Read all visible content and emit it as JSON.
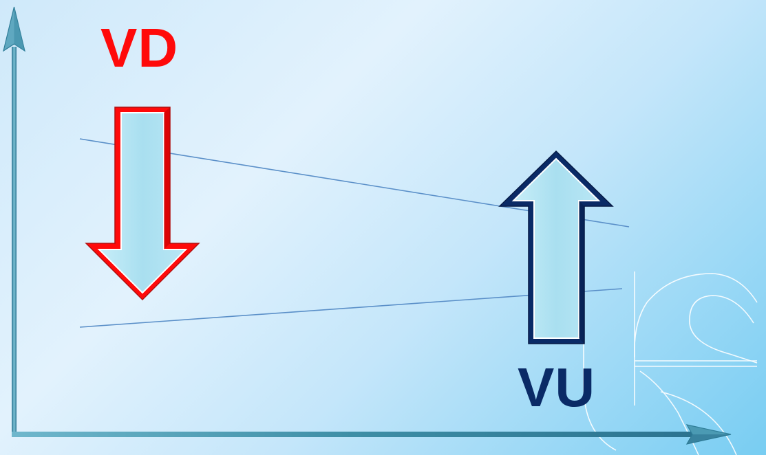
{
  "labels": {
    "down": "VD",
    "up": "VU"
  },
  "colors": {
    "down": "#ff0a0a",
    "up": "#0a2a66",
    "arrow_fill": "#a9dff0",
    "trend_line": "#5a8fc8",
    "axis": "#4a90a8"
  },
  "icons": {
    "down": "arrow-down-icon",
    "up": "arrow-up-icon",
    "watermark": "logo-watermark"
  }
}
